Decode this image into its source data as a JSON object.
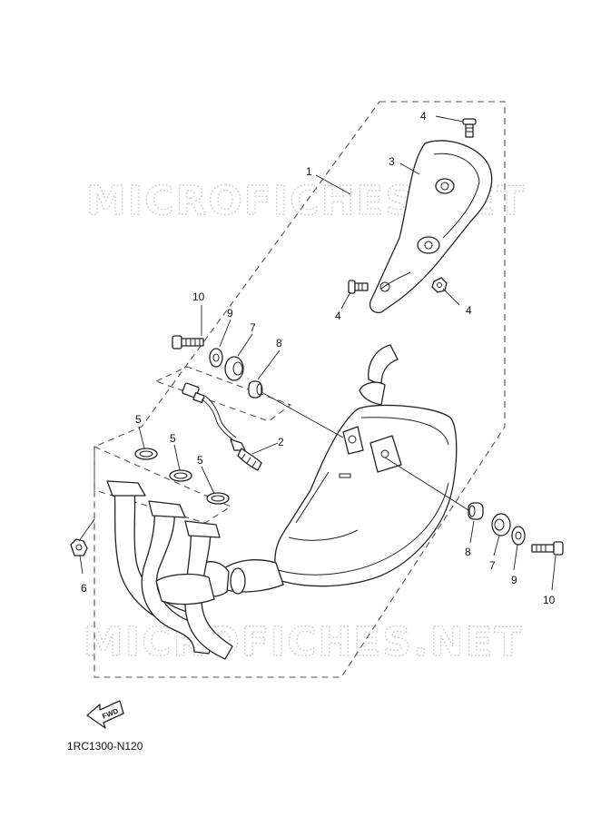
{
  "watermark": {
    "top": "MICROFICHES.NET",
    "bottom": "MICROFICHES.NET"
  },
  "callouts": {
    "muffler_assembly": "1",
    "o2_sensor": "2",
    "muffler_cover": "3",
    "cover_screw_top": "4",
    "cover_screw_left": "4",
    "cover_screw_right": "4",
    "gasket_1": "5",
    "gasket_2": "5",
    "gasket_3": "5",
    "flange_nut": "6",
    "damper_left": "7",
    "damper_right": "7",
    "collar_left": "8",
    "collar_right": "8",
    "washer_left": "9",
    "washer_right": "9",
    "bolt_left": "10",
    "bolt_right": "10"
  },
  "fwd_label": "FWD",
  "drawing_code": "1RC1300-N120"
}
